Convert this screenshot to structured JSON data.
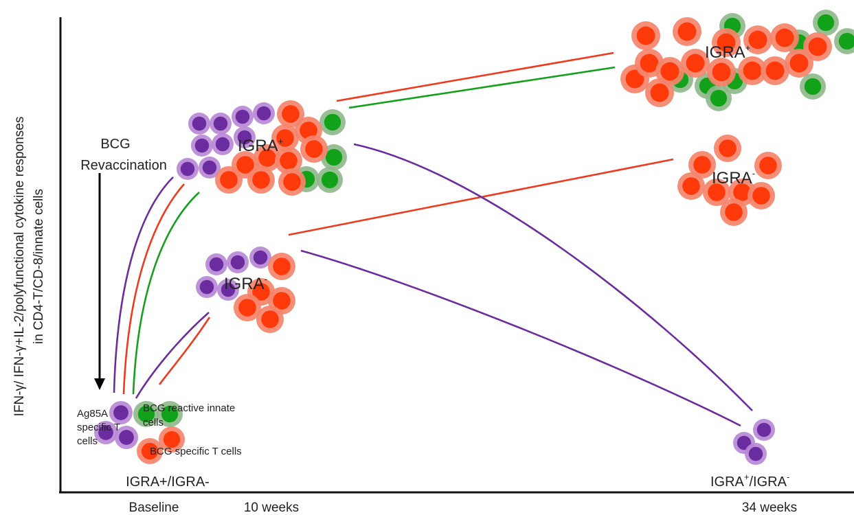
{
  "y_axis": {
    "line1": "IFN-γ/ IFN-γ+IL-2/polyfunctional cytokine responses",
    "line2": "in CD4-T/CD-8/innate cells"
  },
  "x_axis": {
    "ticks": [
      "Baseline",
      "10 weeks",
      "34 weeks"
    ]
  },
  "baseline": {
    "arrow_line1": "BCG",
    "arrow_line2": "Revaccination",
    "ag85a_line1": "Ag85A",
    "ag85a_line2": "specific T",
    "ag85a_line3": "cells",
    "innate_line1": "BCG reactive innate",
    "innate_line2": "cells",
    "bcg_specific": "BCG specific T cells",
    "group_label": "IGRA+/IGRA-"
  },
  "week10": {
    "upper_label": "IGRA",
    "upper_sup": "+",
    "lower_label": "IGRA",
    "lower_sup": "-"
  },
  "week34": {
    "top_label": "IGRA",
    "top_sup": "+",
    "mid_label": "IGRA",
    "mid_sup": "-",
    "bottom_label_a": "IGRA",
    "bottom_sup_a": "+",
    "bottom_label_b": "/IGRA",
    "bottom_sup_b": "-"
  },
  "colors": {
    "purple_outer": "#b889d6",
    "purple_inner": "#6a2c9e",
    "red_outer": "#f5836a",
    "red_inner": "#ff3a0a",
    "green_outer": "#8fb98a",
    "green_inner": "#11a21a",
    "line_purple": "#6a2c9e",
    "line_red": "#ee3a1e",
    "line_green": "#14a01c",
    "axis": "#111111"
  }
}
